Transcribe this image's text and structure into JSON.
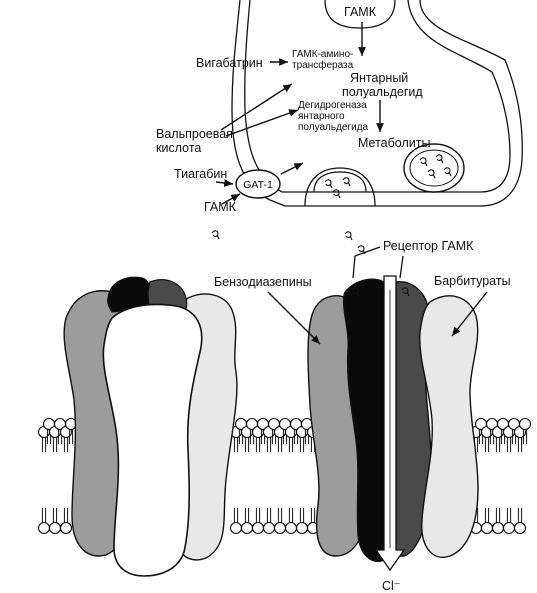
{
  "labels": {
    "gaba_top": "ГАМК",
    "vigabatrin": "Вигабатрин",
    "gaba_transaminase_1": "ГАМК-амино-",
    "gaba_transaminase_2": "трансфераза",
    "succinic_semialdehyde_1": "Янтарный",
    "succinic_semialdehyde_2": "полуальдегид",
    "valproic_acid_1": "Вальпроевая",
    "valproic_acid_2": "кислота",
    "ssadh_1": "Дегидрогеназа",
    "ssadh_2": "янтарного",
    "ssadh_3": "полуальдегида",
    "metabolites": "Метаболиты",
    "tiagabine": "Тиагабин",
    "gat1": "GAT-1",
    "gaba_left": "ГАМК",
    "gaba_receptor": "Рецептор ГАМК",
    "benzodiazepines": "Бензодиазепины",
    "barbiturates": "Барбитураты",
    "chloride": "Cl⁻"
  },
  "colors": {
    "black_subunit": "#0a0a0a",
    "dark_subunit": "#4a4a4a",
    "mid_gray_subunit": "#9c9c9c",
    "light_subunit": "#e8e8e8",
    "white_subunit": "#ffffff"
  }
}
